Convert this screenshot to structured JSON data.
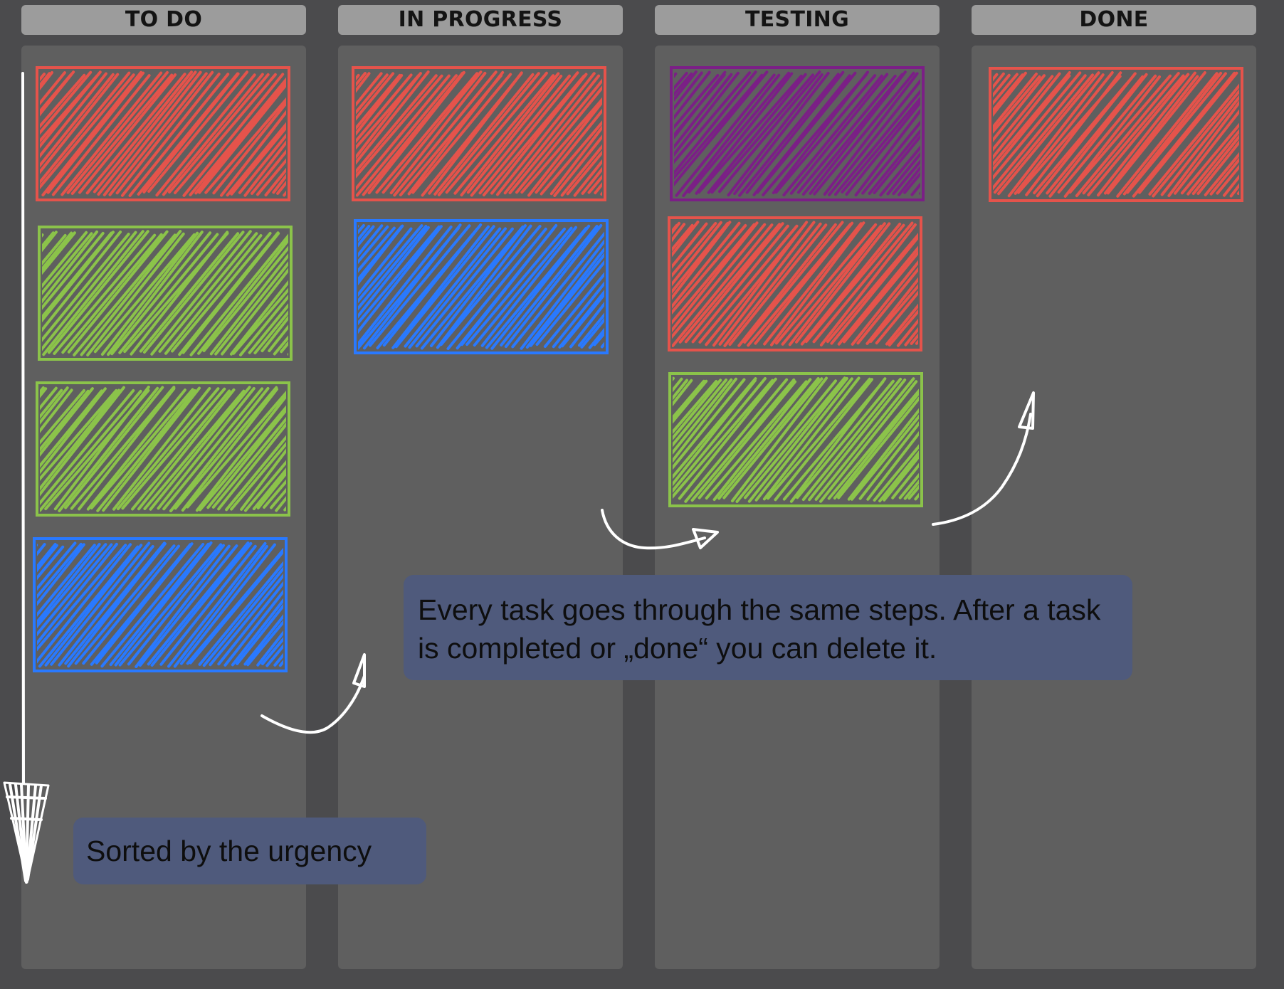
{
  "columns": [
    {
      "id": "todo",
      "title": "TO DO"
    },
    {
      "id": "in-progress",
      "title": "IN PROGRESS"
    },
    {
      "id": "testing",
      "title": "TESTING"
    },
    {
      "id": "done",
      "title": "DONE"
    }
  ],
  "cards": {
    "todo": [
      "red",
      "green",
      "green",
      "blue"
    ],
    "in-progress": [
      "red",
      "blue"
    ],
    "testing": [
      "purple",
      "red",
      "green"
    ],
    "done": [
      "red"
    ]
  },
  "colors": {
    "red": "#e5534b",
    "green": "#8bc34a",
    "blue": "#2979ff",
    "purple": "#7b1f86"
  },
  "notes": {
    "workflow": "Every task goes through the same steps. After a task is completed or „done“ you can delete it.",
    "sorting": "Sorted by the urgency"
  }
}
